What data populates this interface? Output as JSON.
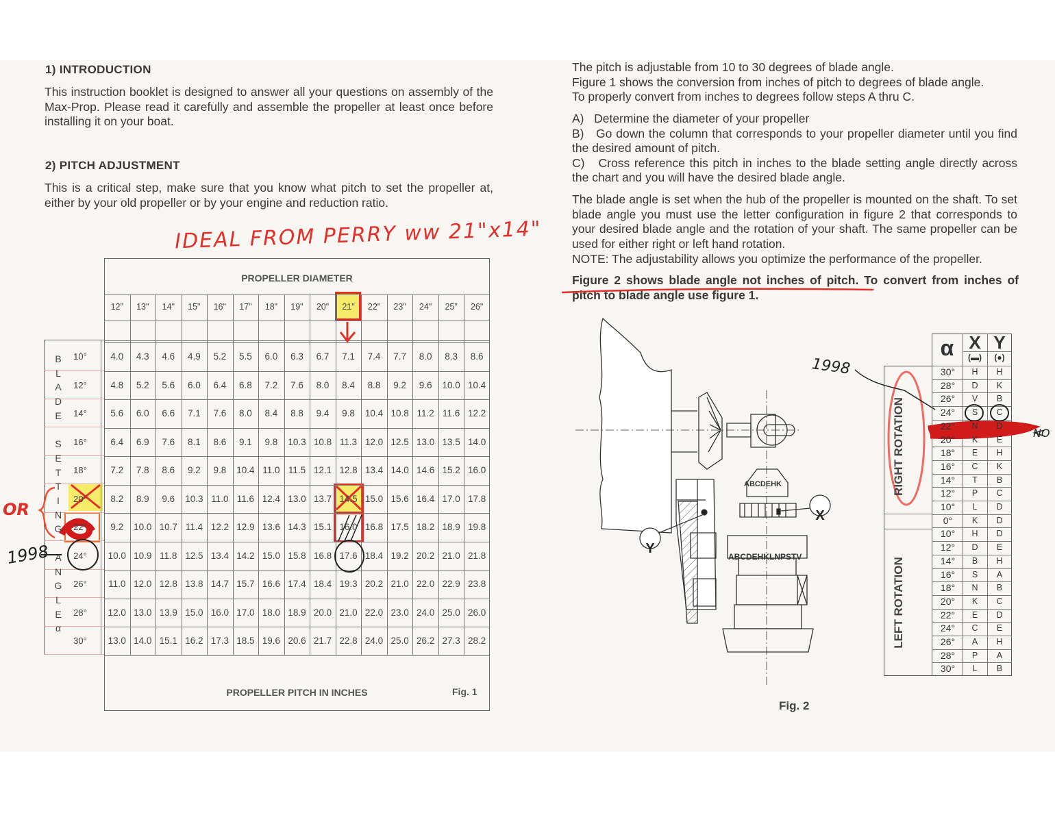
{
  "left": {
    "intro_heading": "1) INTRODUCTION",
    "intro_text": "This instruction booklet is designed to answer all your questions on assembly of the Max-Prop. Please read it carefully and assemble the propeller at least once before installing it on your boat.",
    "pitch_heading": "2) PITCH ADJUSTMENT",
    "pitch_text": "This is a critical step, make sure that you know what pitch to set the propeller at, either by your old propeller or by your engine and reduction ratio."
  },
  "annotations": {
    "ideal_note": "IDEAL FROM PERRY ww 21\"x14\"",
    "or_note": "OR",
    "year_left": "1998",
    "year_right": "1998",
    "no_note": "NO",
    "highlight_color": "#f7ec6a",
    "pen_color": "#e0302a"
  },
  "fig1": {
    "title": "PROPELLER DIAMETER",
    "footer": "PROPELLER PITCH IN INCHES",
    "fig_label": "Fig. 1",
    "side_label": [
      "B",
      "L",
      "A",
      "D",
      "E",
      "",
      "S",
      "E",
      "T",
      "T",
      "I",
      "N",
      "G",
      "",
      "A",
      "N",
      "G",
      "L",
      "E",
      "α"
    ],
    "diameters": [
      "12\"",
      "13\"",
      "14\"",
      "15\"",
      "16\"",
      "17\"",
      "18\"",
      "19\"",
      "20\"",
      "21\"",
      "22\"",
      "23\"",
      "24\"",
      "25\"",
      "26\""
    ],
    "angles": [
      "10°",
      "12°",
      "14°",
      "16°",
      "18°",
      "20°",
      "22°",
      "24°",
      "26°",
      "28°",
      "30°"
    ],
    "rows": [
      [
        "4.0",
        "4.3",
        "4.6",
        "4.9",
        "5.2",
        "5.5",
        "6.0",
        "6.3",
        "6.7",
        "7.1",
        "7.4",
        "7.7",
        "8.0",
        "8.3",
        "8.6"
      ],
      [
        "4.8",
        "5.2",
        "5.6",
        "6.0",
        "6.4",
        "6.8",
        "7.2",
        "7.6",
        "8.0",
        "8.4",
        "8.8",
        "9.2",
        "9.6",
        "10.0",
        "10.4"
      ],
      [
        "5.6",
        "6.0",
        "6.6",
        "7.1",
        "7.6",
        "8.0",
        "8.4",
        "8.8",
        "9.4",
        "9.8",
        "10.4",
        "10.8",
        "11.2",
        "11.6",
        "12.2"
      ],
      [
        "6.4",
        "6.9",
        "7.6",
        "8.1",
        "8.6",
        "9.1",
        "9.8",
        "10.3",
        "10.8",
        "11.3",
        "12.0",
        "12.5",
        "13.0",
        "13.5",
        "14.0"
      ],
      [
        "7.2",
        "7.8",
        "8.6",
        "9.2",
        "9.8",
        "10.4",
        "11.0",
        "11.5",
        "12.1",
        "12.8",
        "13.4",
        "14.0",
        "14.6",
        "15.2",
        "16.0"
      ],
      [
        "8.2",
        "8.9",
        "9.6",
        "10.3",
        "11.0",
        "11.6",
        "12.4",
        "13.0",
        "13.7",
        "14.5",
        "15.0",
        "15.6",
        "16.4",
        "17.0",
        "17.8"
      ],
      [
        "9.2",
        "10.0",
        "10.7",
        "11.4",
        "12.2",
        "12.9",
        "13.6",
        "14.3",
        "15.1",
        "16.0",
        "16.8",
        "17.5",
        "18.2",
        "18.9",
        "19.8"
      ],
      [
        "10.0",
        "10.9",
        "11.8",
        "12.5",
        "13.4",
        "14.2",
        "15.0",
        "15.8",
        "16.8",
        "17.6",
        "18.4",
        "19.2",
        "20.2",
        "21.0",
        "21.8"
      ],
      [
        "11.0",
        "12.0",
        "12.8",
        "13.8",
        "14.7",
        "15.7",
        "16.6",
        "17.4",
        "18.4",
        "19.3",
        "20.2",
        "21.0",
        "22.0",
        "22.9",
        "23.8"
      ],
      [
        "12.0",
        "13.0",
        "13.9",
        "15.0",
        "16.0",
        "17.0",
        "18.0",
        "18.9",
        "20.0",
        "21.0",
        "22.0",
        "23.0",
        "24.0",
        "25.0",
        "26.0"
      ],
      [
        "13.0",
        "14.0",
        "15.1",
        "16.2",
        "17.3",
        "18.5",
        "19.6",
        "20.6",
        "21.7",
        "22.8",
        "24.0",
        "25.0",
        "26.2",
        "27.3",
        "28.2"
      ]
    ]
  },
  "right": {
    "p1": [
      "The pitch is adjustable from 10 to 30 degrees of blade angle.",
      "Figure 1 shows the conversion from inches of pitch to degrees of blade angle.",
      "To properly convert from inches to degrees follow steps A thru C."
    ],
    "steps": [
      {
        "label": "A)",
        "text": "Determine the diameter of your propeller"
      },
      {
        "label": "B)",
        "text": "Go down the column that corresponds to your propeller diameter until you find the desired amount of pitch."
      },
      {
        "label": "C)",
        "text": "Cross reference this pitch in inches to the blade setting angle directly across the chart and you will have the desired blade angle."
      }
    ],
    "p2": "The blade angle is set when the hub of the propeller is mounted on the shaft. To set blade angle you must use the letter configuration in figure 2 that corresponds to your desired blade angle and the rotation of your shaft. The same propeller can be used for either right or left hand rotation.",
    "note": "NOTE: The adjustability allows you optimize the performance of the propeller.",
    "bold_note": "Figure 2 shows blade angle not inches of pitch. To convert from inches of pitch to blade angle use figure 1."
  },
  "fig2": {
    "fig_label": "Fig. 2",
    "alpha_header": "α",
    "x_header": "X",
    "x_sub": "(▬)",
    "y_header": "Y",
    "y_sub": "(●)",
    "right_rotation_label": "RIGHT ROTATION",
    "left_rotation_label": "LEFT ROTATION",
    "ring_letters_top": "ABCDEHK",
    "ring_letters_bottom": "ABCDEHKLNPSTV",
    "callout_x": "X",
    "callout_y": "Y",
    "right_rotation": [
      {
        "angle": "30°",
        "x": "H",
        "y": "H"
      },
      {
        "angle": "28°",
        "x": "D",
        "y": "K"
      },
      {
        "angle": "26°",
        "x": "V",
        "y": "B"
      },
      {
        "angle": "24°",
        "x": "S",
        "y": "C"
      },
      {
        "angle": "22°",
        "x": "N",
        "y": "D"
      },
      {
        "angle": "20°",
        "x": "K",
        "y": "E"
      },
      {
        "angle": "18°",
        "x": "E",
        "y": "H"
      },
      {
        "angle": "16°",
        "x": "C",
        "y": "K"
      },
      {
        "angle": "14°",
        "x": "T",
        "y": "B"
      },
      {
        "angle": "12°",
        "x": "P",
        "y": "C"
      },
      {
        "angle": "10°",
        "x": "L",
        "y": "D"
      }
    ],
    "zero": {
      "angle": "0°",
      "x": "K",
      "y": "D"
    },
    "left_rotation": [
      {
        "angle": "10°",
        "x": "H",
        "y": "D"
      },
      {
        "angle": "12°",
        "x": "D",
        "y": "E"
      },
      {
        "angle": "14°",
        "x": "B",
        "y": "H"
      },
      {
        "angle": "16°",
        "x": "S",
        "y": "A"
      },
      {
        "angle": "18°",
        "x": "N",
        "y": "B"
      },
      {
        "angle": "20°",
        "x": "K",
        "y": "C"
      },
      {
        "angle": "22°",
        "x": "E",
        "y": "D"
      },
      {
        "angle": "24°",
        "x": "C",
        "y": "E"
      },
      {
        "angle": "26°",
        "x": "A",
        "y": "H"
      },
      {
        "angle": "28°",
        "x": "P",
        "y": "A"
      },
      {
        "angle": "30°",
        "x": "L",
        "y": "B"
      }
    ]
  }
}
